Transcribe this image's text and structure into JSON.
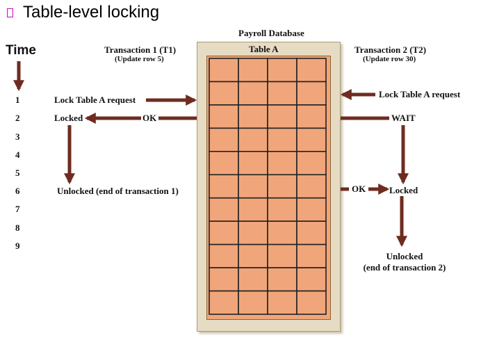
{
  "slide": {
    "title": "Table-level locking"
  },
  "time_axis": {
    "title": "Time",
    "ticks": [
      "1",
      "2",
      "3",
      "4",
      "5",
      "6",
      "7",
      "8",
      "9"
    ]
  },
  "database": {
    "title": "Payroll Database",
    "table_title": "Table A",
    "rows": 11,
    "cols": 4
  },
  "t1": {
    "title": "Transaction 1 (T1)",
    "subtitle": "(Update row 5)",
    "request": "Lock Table A request",
    "locked": "Locked",
    "ok": "OK",
    "unlocked": "Unlocked (end of transaction 1)"
  },
  "t2": {
    "title": "Transaction 2 (T2)",
    "subtitle": "(Update row 30)",
    "request": "Lock Table A request",
    "wait": "WAIT",
    "ok": "OK",
    "locked": "Locked",
    "unlocked_line1": "Unlocked",
    "unlocked_line2": "(end of transaction 2)"
  },
  "colors": {
    "arrow": "#6e2c20",
    "grid_line": "#222222",
    "cell_fill": "#f0a67a",
    "frame": "#e6dcc4",
    "bullet": "#cc00cc"
  }
}
